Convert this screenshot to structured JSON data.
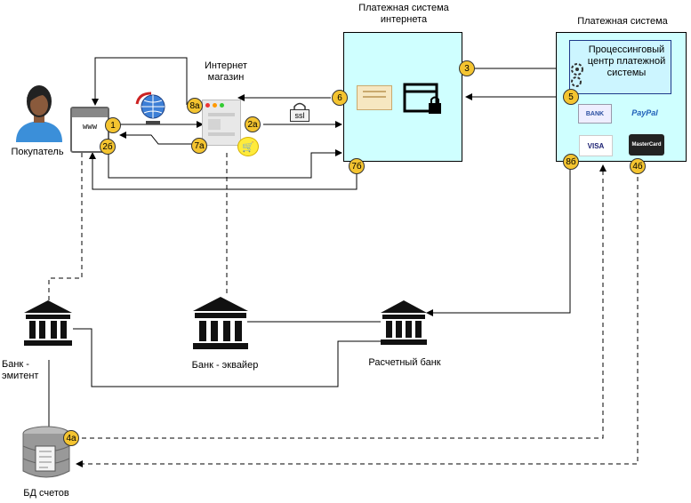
{
  "labels": {
    "payment_system_internet": "Платежная система интернета",
    "payment_system": "Платежная система",
    "processing_center": "Процессинговый центр платежной системы",
    "buyer": "Покупатель",
    "internet_shop": "Интернет магазин",
    "bank_acquirer": "Банк - эквайер",
    "settlement_bank": "Расчетный банк",
    "bank_issuer": "Банк - эмитент",
    "accounts_db": "БД счетов",
    "ssl": "ssl",
    "www": "www"
  },
  "badges": {
    "b1": "1",
    "b2b": "2б",
    "b8a": "8а",
    "b2a": "2а",
    "b7a": "7а",
    "b6": "6",
    "b7b": "7б",
    "b3": "3",
    "b5": "5",
    "b8b": "8б",
    "b4b": "4б",
    "b4a": "4а"
  },
  "brands": {
    "bank": "BANK",
    "paypal": "PayPal",
    "visa": "VISA",
    "mastercard": "MasterCard"
  },
  "colors": {
    "badge": "#f4c430",
    "box_fill": "#cfffff",
    "processing_fill": "#ccf5ff",
    "processing_border": "#1e3a8a"
  }
}
